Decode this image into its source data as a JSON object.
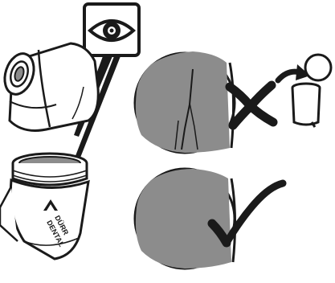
{
  "illustration": {
    "logo_text_line1": "DÜRR",
    "logo_text_line2": "DENTAL",
    "inspect_symbol": "eye-icon",
    "rejected_state": {
      "marker": "cross-icon",
      "action": "dispose-in-bin"
    },
    "accepted_state": {
      "marker": "check-icon"
    },
    "colors": {
      "outline": "#1a1a1a",
      "detail_fill": "#8c8c8c",
      "part_fill": "#ffffff"
    }
  }
}
